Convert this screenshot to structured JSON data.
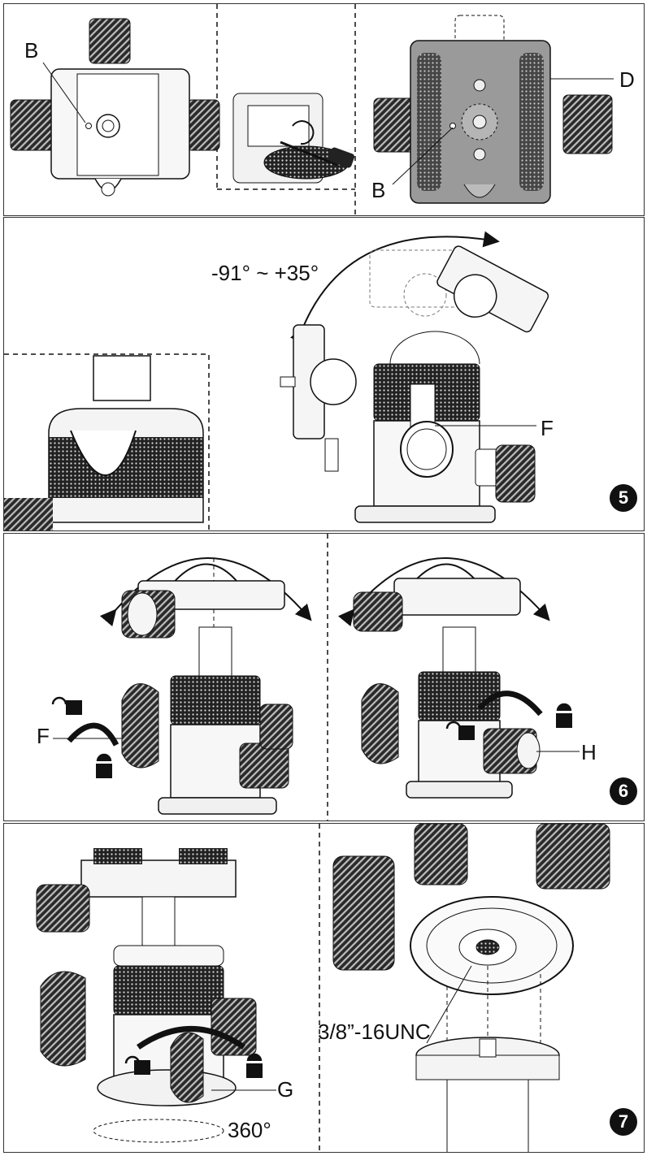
{
  "panel1": {
    "label_b_left": "B",
    "label_b_right": "B",
    "label_d": "D"
  },
  "panel5": {
    "angle_range": "-91° ~ +35°",
    "label_f": "F",
    "step_number": "5"
  },
  "panel6": {
    "label_f": "F",
    "label_h": "H",
    "step_number": "6"
  },
  "panel7": {
    "thread_spec": "3/8”-16UNC",
    "label_g": "G",
    "rotation": "360°",
    "step_number": "7"
  },
  "colors": {
    "ink": "#111111",
    "knurl": "#2a2a2a",
    "metal": "#f2f2f2",
    "shade": "#8a8a8a"
  }
}
